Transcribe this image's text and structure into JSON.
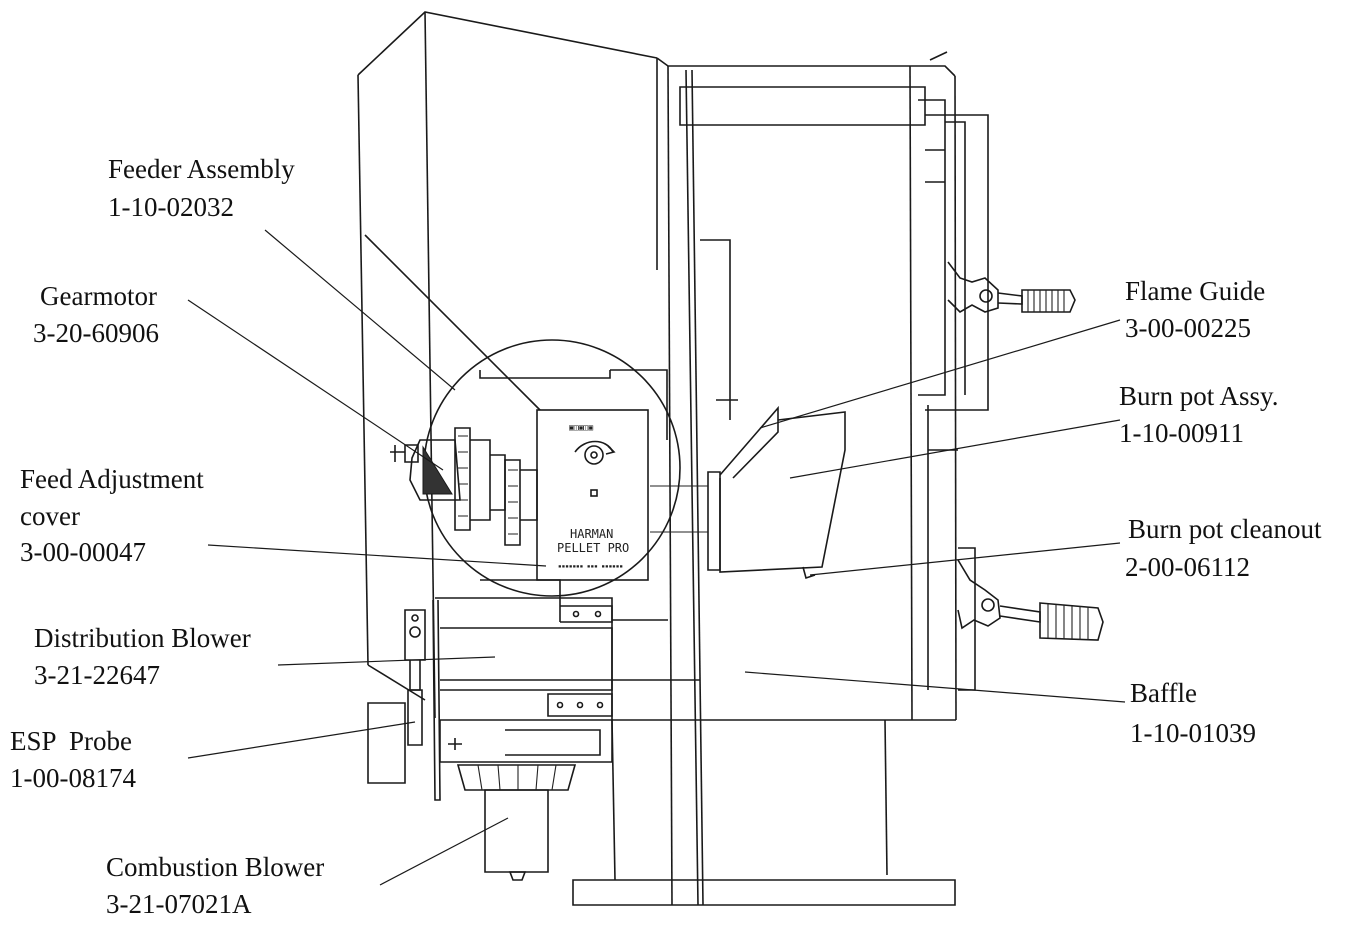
{
  "callouts": [
    {
      "id": "feeder-assembly",
      "name": "Feeder Assembly",
      "part": "1-10-02032"
    },
    {
      "id": "gearmotor",
      "name": "Gearmotor",
      "part": "3-20-60906"
    },
    {
      "id": "feed-adjustment-cover",
      "name": "Feed Adjustment",
      "name2": "cover",
      "part": "3-00-00047"
    },
    {
      "id": "distribution-blower",
      "name": "Distribution Blower",
      "part": "3-21-22647"
    },
    {
      "id": "esp-probe",
      "name": "ESP  Probe",
      "part": "1-00-08174"
    },
    {
      "id": "combustion-blower",
      "name": "Combustion Blower",
      "part": "3-21-07021A"
    },
    {
      "id": "flame-guide",
      "name": "Flame Guide",
      "part": "3-00-00225"
    },
    {
      "id": "burn-pot-assy",
      "name": "Burn pot Assy.",
      "part": "1-10-00911"
    },
    {
      "id": "burn-pot-cleanout",
      "name": "Burn pot cleanout",
      "part": "2-00-06112"
    },
    {
      "id": "baffle",
      "name": "Baffle",
      "part": "1-10-01039"
    }
  ],
  "control_plate": {
    "line1": "HARMAN",
    "line2": "PELLET PRO"
  },
  "colors": {
    "ink": "#1a1a1a",
    "paper": "#ffffff"
  }
}
